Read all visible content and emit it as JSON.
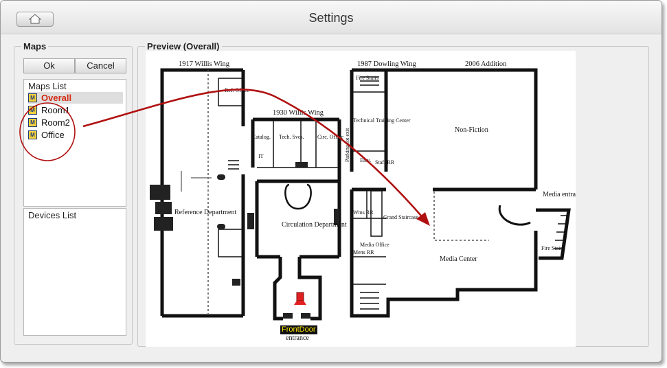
{
  "window": {
    "title": "Settings",
    "home_icon": "home-icon"
  },
  "maps_group": {
    "legend": "Maps",
    "ok_label": "Ok",
    "cancel_label": "Cancel",
    "maps_list_header": "Maps List",
    "maps": [
      {
        "label": "Overall",
        "selected": true
      },
      {
        "label": "Room1",
        "selected": false
      },
      {
        "label": "Room2",
        "selected": false
      },
      {
        "label": "Office",
        "selected": false
      }
    ],
    "devices_list_header": "Devices List"
  },
  "preview_group": {
    "legend": "Preview (Overall)",
    "floor_plan": {
      "wing_labels": [
        "1917 Willis Wing",
        "1987 Dowling Wing",
        "2006 Addition",
        "1930 Willis Wing"
      ],
      "room_labels": [
        "Ref. Office",
        "Catalog.",
        "Tech. Svcs.",
        "Circ. Office",
        "IT",
        "Technical Training Center",
        "Fire Stairs",
        "Non-Fiction",
        "Reference Department",
        "Circulation Department",
        "Grand Staircase",
        "Media Center",
        "Media entrance",
        "Media Office",
        "Wms RR",
        "Mens RR",
        "Parking lot exit",
        "Elev.",
        "Staff RR"
      ],
      "entrance_label": "entrance",
      "device_label": "FrontDoor"
    }
  },
  "colors": {
    "selected_text": "#d42a13",
    "annotation": "#b01010",
    "device_label_bg": "#111111",
    "device_label_text": "#ffe900",
    "device_marker": "#e02020"
  }
}
